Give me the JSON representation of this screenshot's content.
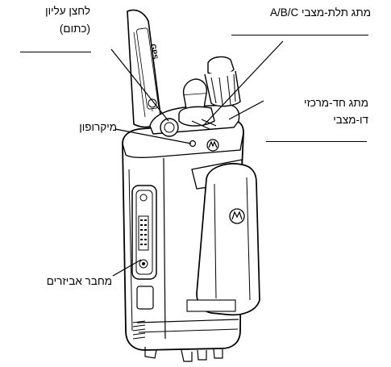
{
  "callouts": {
    "top_button": {
      "line1": "לחצן עליון",
      "line2": "(כתום)"
    },
    "three_way_switch": {
      "text": "מתג תלת-מצבי A/B/C"
    },
    "two_way_switch": {
      "line1": "מתג חד-מרכזי",
      "line2": "דו-מצבי"
    },
    "microphone": {
      "text": "מיקרופון"
    },
    "accessory_connector": {
      "text": "מחבר אביזרים"
    }
  },
  "device": {
    "antenna_text": "GPS",
    "logo": "motorola-logo"
  }
}
